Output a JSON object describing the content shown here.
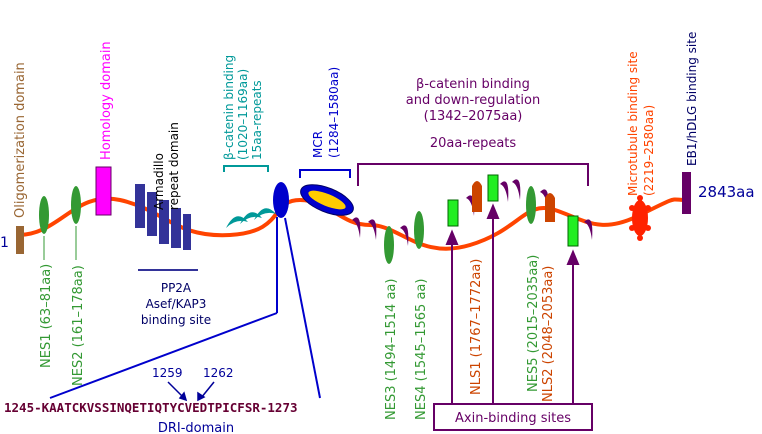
{
  "labels": {
    "start": "1",
    "end": "2843aa",
    "oligomerization": "Oligomerization domain",
    "homology": "Homology domain",
    "armadillo_1": "Armadillo",
    "armadillo_2": "repeat domain",
    "pp2a_1": "PP2A",
    "pp2a_2": "Asef/KAP3",
    "pp2a_3": "binding site",
    "bcat15_1": "β-catenin binding",
    "bcat15_2": "(1020–1169aa)",
    "bcat15_3": "15aa-repeats",
    "mcr_1": "MCR",
    "mcr_2": "(1284–1580aa)",
    "bcat20_1": "β-catenin binding",
    "bcat20_2": "and down-regulation",
    "bcat20_3": "(1342–2075aa)",
    "bcat20_4": "20aa-repeats",
    "microtubule_1": "Microtubule binding site",
    "microtubule_2": "(2219–2580aa)",
    "eb1": "EB1/hDLG binding site",
    "nes1": "NES1 (63–81aa)",
    "nes2": "NES2 (161–178aa)",
    "nes3": "NES3 (1494–1514 aa)",
    "nes4": "NES4 (1545–1565 aa)",
    "nls1": "NLS1 (1767–1772aa)",
    "nes5": "NES5 (2015–2035aa)",
    "nls2": "NLS2 (2048–2053aa)",
    "axin": "Axin-binding sites",
    "pos1259": "1259",
    "pos1262": "1262",
    "sequence": "1245-KAATCKVSSINQETIQTYCVEDTPICFSR-1273",
    "dri": "DRI-domain"
  },
  "colors": {
    "backbone": "#ff4400",
    "oligomerization": "#996633",
    "homology": "#ff00ff",
    "armadillo": "#333399",
    "nes": "#339933",
    "bcat15": "#009999",
    "mcr": "#0000cc",
    "bcat20": "#660066",
    "nls": "#cc4400",
    "axin": "#22ee22",
    "microtubule": "#ff2200",
    "eb1": "#660066",
    "sequence": "#660033",
    "dri": "#000099"
  }
}
